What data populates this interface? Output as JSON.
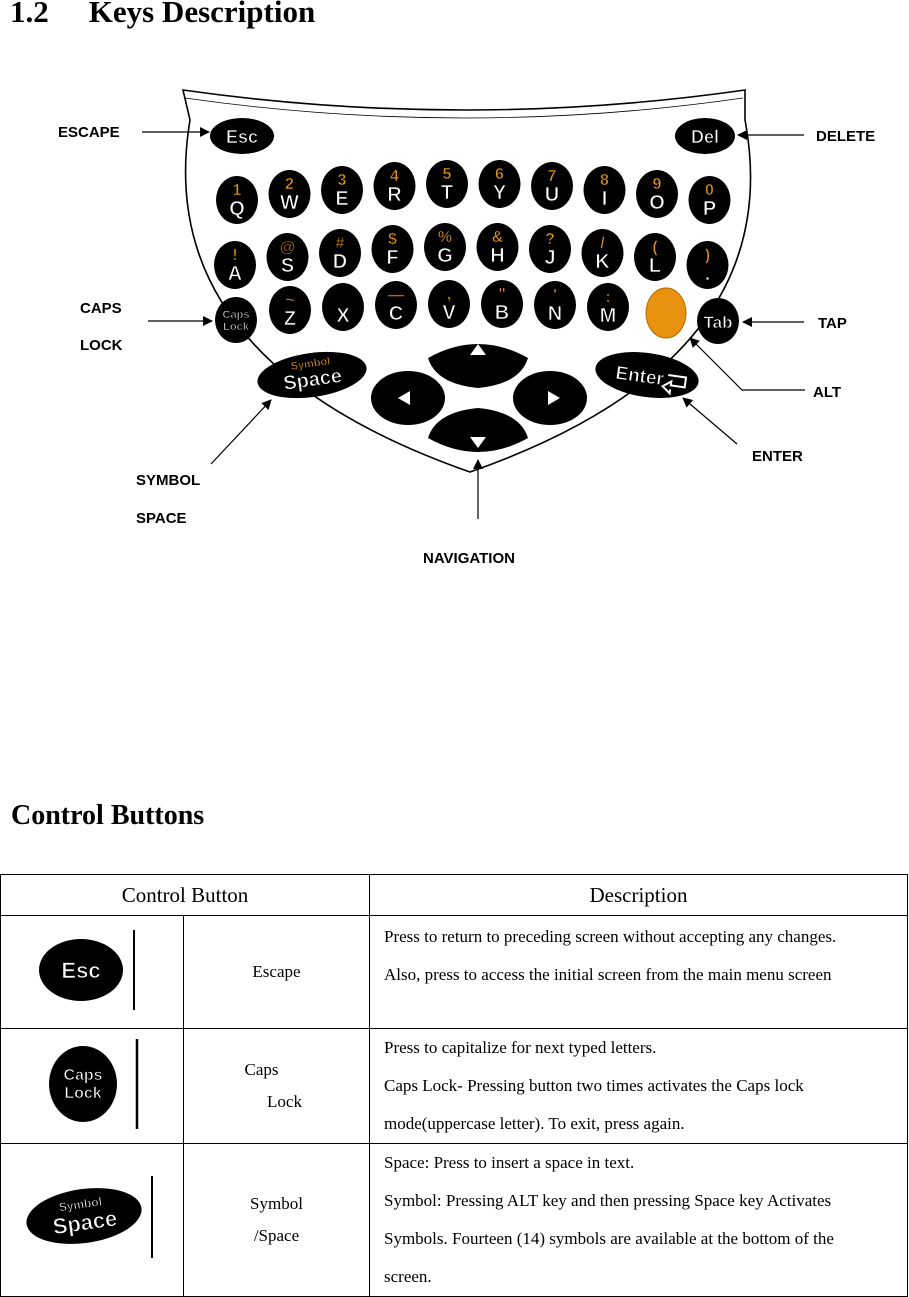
{
  "section": {
    "number": "1.2",
    "title": "Keys Description"
  },
  "callouts": {
    "escape": "ESCAPE",
    "delete": "DELETE",
    "caps": "CAPS",
    "lock": "LOCK",
    "tap": "TAP",
    "alt": "ALT",
    "enter": "ENTER",
    "symbol": "SYMBOL",
    "space": "SPACE",
    "navigation": "NAVIGATION"
  },
  "keys": {
    "esc": "Esc",
    "del": "Del",
    "tab": "Tab",
    "caps_top": "Caps",
    "caps_bottom": "Lock",
    "symbol": "Symbol",
    "space": "Space",
    "enter": "Enter",
    "row1": [
      {
        "alt": "1",
        "main": "Q"
      },
      {
        "alt": "2",
        "main": "W"
      },
      {
        "alt": "3",
        "main": "E"
      },
      {
        "alt": "4",
        "main": "R"
      },
      {
        "alt": "5",
        "main": "T"
      },
      {
        "alt": "6",
        "main": "Y"
      },
      {
        "alt": "7",
        "main": "U"
      },
      {
        "alt": "8",
        "main": "I"
      },
      {
        "alt": "9",
        "main": "O"
      },
      {
        "alt": "0",
        "main": "P"
      }
    ],
    "row2": [
      {
        "alt": "!",
        "main": "A"
      },
      {
        "alt": "@",
        "main": "S"
      },
      {
        "alt": "#",
        "main": "D"
      },
      {
        "alt": "$",
        "main": "F"
      },
      {
        "alt": "%",
        "main": "G"
      },
      {
        "alt": "&",
        "main": "H"
      },
      {
        "alt": "?",
        "main": "J"
      },
      {
        "alt": "/",
        "main": "K"
      },
      {
        "alt": "(",
        "main": "L"
      },
      {
        "alt": ")",
        "main": "."
      }
    ],
    "row3": [
      {
        "alt": "~",
        "main": "Z"
      },
      {
        "alt": "_",
        "main": "X"
      },
      {
        "alt": "—",
        "main": "C"
      },
      {
        "alt": ",",
        "main": "V"
      },
      {
        "alt": "\"",
        "main": "B"
      },
      {
        "alt": "'",
        "main": "N"
      },
      {
        "alt": ":",
        "main": "M"
      }
    ]
  },
  "control_buttons": {
    "heading": "Control Buttons",
    "col_button": "Control Button",
    "col_description": "Description",
    "rows": [
      {
        "icon": "esc-key-icon",
        "icon_label": "Esc",
        "name_lines": [
          "Escape"
        ],
        "desc_lines": [
          "Press to return to preceding screen without accepting any changes.",
          "Also, press to access the initial screen from the main menu screen"
        ]
      },
      {
        "icon": "caps-lock-key-icon",
        "icon_label_top": "Caps",
        "icon_label_bottom": "Lock",
        "name_lines": [
          "Caps",
          "Lock"
        ],
        "desc_lines": [
          "Press to capitalize for next typed letters.",
          "Caps Lock- Pressing button two times activates the Caps lock",
          "mode(uppercase letter). To exit, press again."
        ]
      },
      {
        "icon": "symbol-space-key-icon",
        "icon_label_top": "Symbol",
        "icon_label_bottom": "Space",
        "name_lines": [
          "Symbol",
          "/Space"
        ],
        "desc_lines": [
          "Space: Press to insert a space in text.",
          "Symbol: Pressing ALT key and then pressing Space key Activates",
          "Symbols. Fourteen (14) symbols are available at the bottom of the",
          "screen."
        ]
      }
    ]
  },
  "colors": {
    "key_black": "#000000",
    "alt_orange": "#e3921a",
    "alt_key": "#e8920f"
  }
}
